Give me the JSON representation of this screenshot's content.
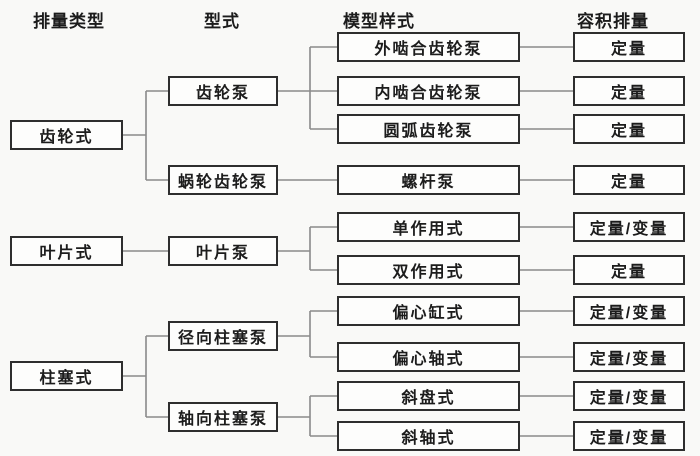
{
  "diagram": {
    "headers": [
      "排量类型",
      "型式",
      "模型样式",
      "容积排量"
    ],
    "level1": [
      "齿轮式",
      "叶片式",
      "柱塞式"
    ],
    "level2": [
      "齿轮泵",
      "蜗轮齿轮泵",
      "叶片泵",
      "径向柱塞泵",
      "轴向柱塞泵"
    ],
    "level3": [
      "外啮合齿轮泵",
      "内啮合齿轮泵",
      "圆弧齿轮泵",
      "螺杆泵",
      "单作用式",
      "双作用式",
      "偏心缸式",
      "偏心轴式",
      "斜盘式",
      "斜轴式"
    ],
    "level4": [
      "定量",
      "定量",
      "定量",
      "定量",
      "定量/变量",
      "定量",
      "定量/变量",
      "定量/变量",
      "定量/变量",
      "定量/变量"
    ]
  },
  "colors": {
    "bg_color": "#f9f9f7",
    "box_bg": "#fdfdfc",
    "border_color": "#2e2e2e",
    "line_color": "#8a8a8a",
    "text_color": "#1c1c1c"
  }
}
